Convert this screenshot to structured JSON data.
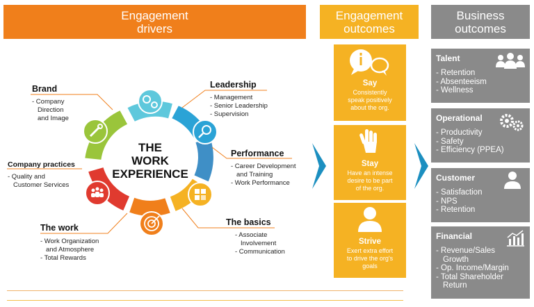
{
  "headers": {
    "drivers": [
      "Engagement",
      "drivers"
    ],
    "outcomes": [
      "Engagement",
      "outcomes"
    ],
    "business": [
      "Business",
      "outcomes"
    ]
  },
  "center": [
    "THE",
    "WORK",
    "EXPERIENCE"
  ],
  "drivers": {
    "brand": {
      "title": "Brand",
      "items": [
        "- Company",
        "Direction",
        "and Image"
      ]
    },
    "company_practices": {
      "title": "Company practices",
      "items": [
        "- Quality and",
        "Customer Services"
      ]
    },
    "the_work": {
      "title": "The work",
      "items": [
        "- Work Organization",
        "and Atmosphere",
        "- Total Rewards"
      ]
    },
    "leadership": {
      "title": "Leadership",
      "items": [
        "- Management",
        "- Senior Leadership",
        "- Supervision"
      ]
    },
    "performance": {
      "title": "Performance",
      "items": [
        "- Career Development",
        "and Training",
        "- Work Performance"
      ]
    },
    "the_basics": {
      "title": "The basics",
      "items": [
        "- Associate",
        "Involvement",
        "- Communication"
      ]
    }
  },
  "engagement_outcomes": [
    {
      "title": "Say",
      "desc": [
        "Consistently",
        "speak positively",
        "about the org."
      ],
      "icon": "speech-bubbles-icon"
    },
    {
      "title": "Stay",
      "desc": [
        "Have an intense",
        "desire to be part",
        "of the org."
      ],
      "icon": "hand-icon"
    },
    {
      "title": "Strive",
      "desc": [
        "Exert extra effort",
        "to drive the org's",
        "goals"
      ],
      "icon": "person-icon"
    }
  ],
  "business_outcomes": [
    {
      "title": "Talent",
      "items": [
        "- Retention",
        "- Absenteeism",
        "- Wellness"
      ],
      "icon": "group-icon"
    },
    {
      "title": "Operational",
      "items": [
        "- Productivity",
        "- Safety",
        "- Efficiency (PPEA)"
      ],
      "icon": "gears-icon"
    },
    {
      "title": "Customer",
      "items": [
        "- Satisfaction",
        "- NPS",
        "- Retention"
      ],
      "icon": "person-icon"
    },
    {
      "title": "Financial",
      "items": [
        "- Revenue/Sales",
        "Growth",
        "- Op. Income/Margin",
        "- Total Shareholder",
        "Return"
      ],
      "icon": "bar-chart-icon"
    }
  ],
  "colors": {
    "orange": "#f07f1b",
    "yellow": "#f5b223",
    "gray": "#8a8a8a",
    "blue": "#1c8fc0",
    "ring": [
      "#5ec8dc",
      "#2ba3d6",
      "#3f8fc6",
      "#f5b223",
      "#f07f1b",
      "#e03a2f",
      "#9ac53b"
    ]
  }
}
